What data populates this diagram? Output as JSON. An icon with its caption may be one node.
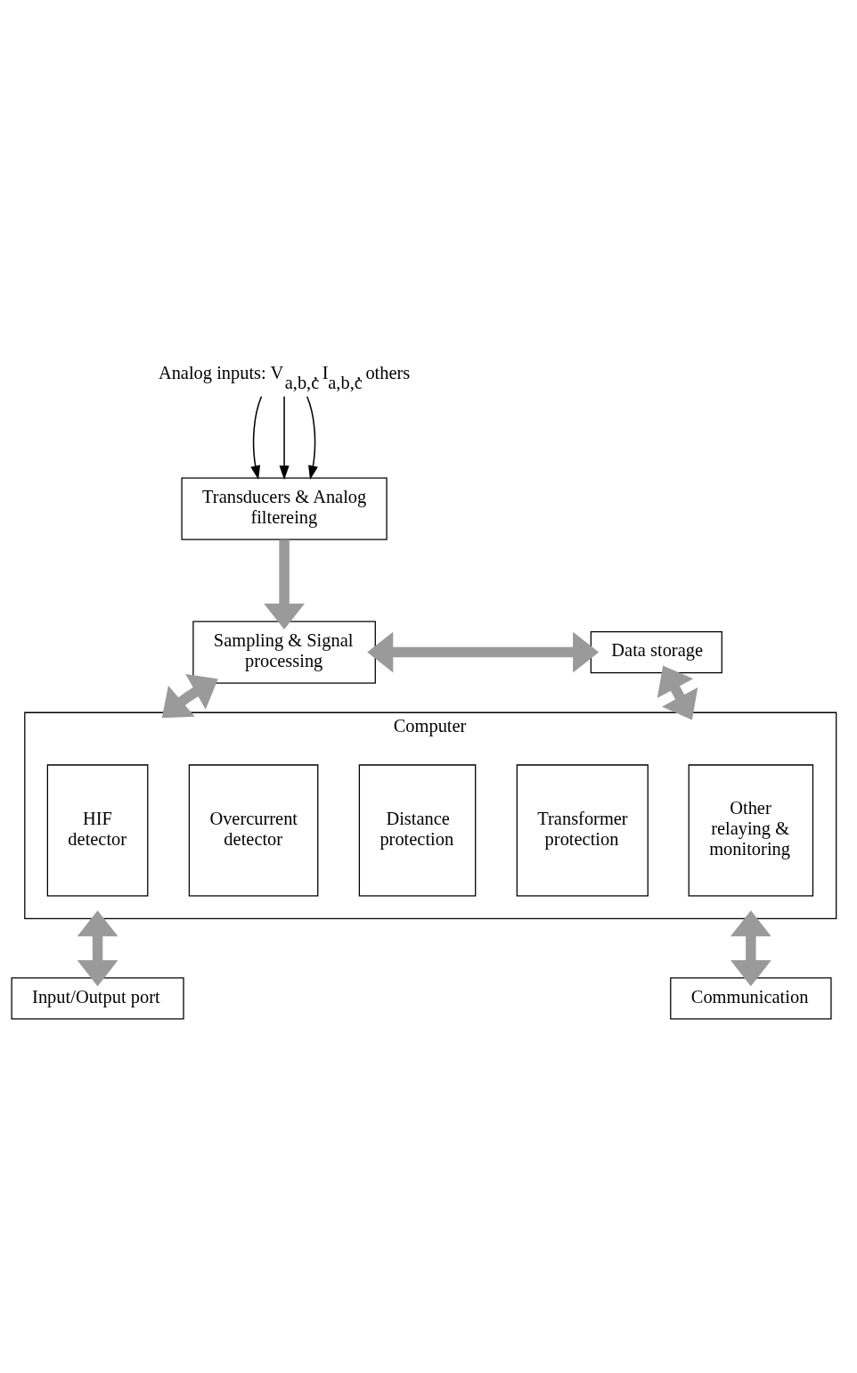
{
  "diagram": {
    "nodes": [
      {
        "text": [
          "Analog inputs: V$_{a,b,c}$, I$_{a,b,c}$, others"
        ]
      },
      {
        "text": [
          "Transducers & Analog filtereing"
        ]
      },
      {
        "text": [
          "Sampling & Signal processing"
        ]
      },
      {
        "text": [
          "Data storage"
        ]
      },
      {
        "text": [
          "Computer"
        ]
      },
      {
        "text": [
          "HIF detector"
        ],
        "in": 4
      },
      {
        "text": [
          "Overcurrent detector"
        ],
        "in": 4
      },
      {
        "text": [
          "Distance protection"
        ],
        "in": 4
      },
      {
        "text": [
          "Transformer protection"
        ],
        "in": 4
      },
      {
        "text": [
          "Other relaying & monitoring"
        ],
        "in": 4
      },
      {
        "text": [
          "Input/Output port"
        ]
      },
      {
        "text": [
          "Communication"
        ]
      }
    ],
    "edges": [
      {
        "from": 0,
        "to": 1,
        "arrow": "to",
        "color": "#000000"
      },
      {
        "from": 0,
        "to": 1,
        "arrow": "to",
        "color": "#000000"
      },
      {
        "from": 0,
        "to": 1,
        "arrow": "to",
        "color": "#000000"
      },
      {
        "from": 1,
        "to": 2,
        "arrow": "to"
      },
      {
        "from": 2,
        "to": 3,
        "arrow": "both"
      },
      {
        "from": 2,
        "to": 4,
        "arrow": "both"
      },
      {
        "from": 3,
        "to": 4,
        "arrow": "both"
      },
      {
        "from": 4,
        "to": 10,
        "arrow": "both"
      },
      {
        "from": 4,
        "to": 11,
        "arrow": "both"
      }
    ]
  }
}
